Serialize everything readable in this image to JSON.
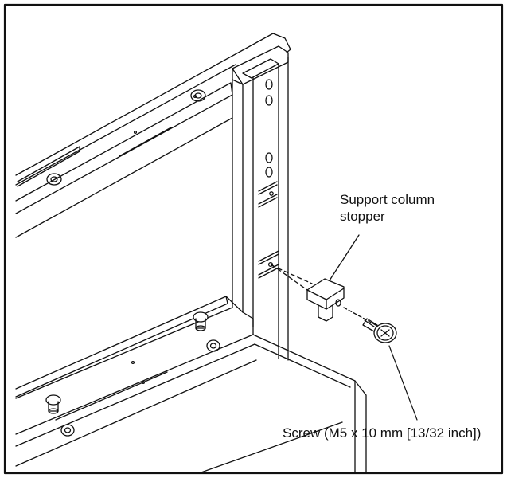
{
  "labels": {
    "support_column_stopper_line1": "Support column",
    "support_column_stopper_line2": "stopper",
    "screw": "Screw (M5 x 10 mm [13/32 inch])"
  },
  "colors": {
    "line": "#111111",
    "background": "#ffffff"
  }
}
